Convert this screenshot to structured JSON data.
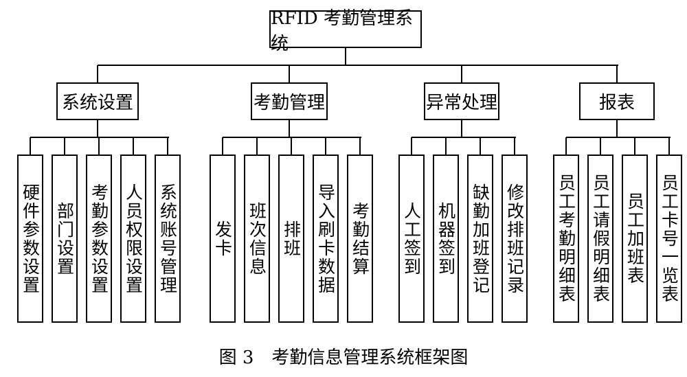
{
  "diagram": {
    "root": "RFID 考勤管理系统",
    "groups": [
      {
        "label": "系统设置",
        "children": [
          "硬件参数设置",
          "部门设置",
          "考勤参数设置",
          "人员权限设置",
          "系统账号管理"
        ]
      },
      {
        "label": "考勤管理",
        "children": [
          "发卡",
          "班次信息",
          "排班",
          "导入刷卡数据",
          "考勤结算"
        ]
      },
      {
        "label": "异常处理",
        "children": [
          "人工签到",
          "机器签到",
          "缺勤加班登记",
          "修改排班记录"
        ]
      },
      {
        "label": "报表",
        "children": [
          "员工考勤明细表",
          "员工请假明细表",
          "员工加班表",
          "员工卡号一览表"
        ]
      }
    ]
  },
  "caption": "图 3　考勤信息管理系统框架图"
}
